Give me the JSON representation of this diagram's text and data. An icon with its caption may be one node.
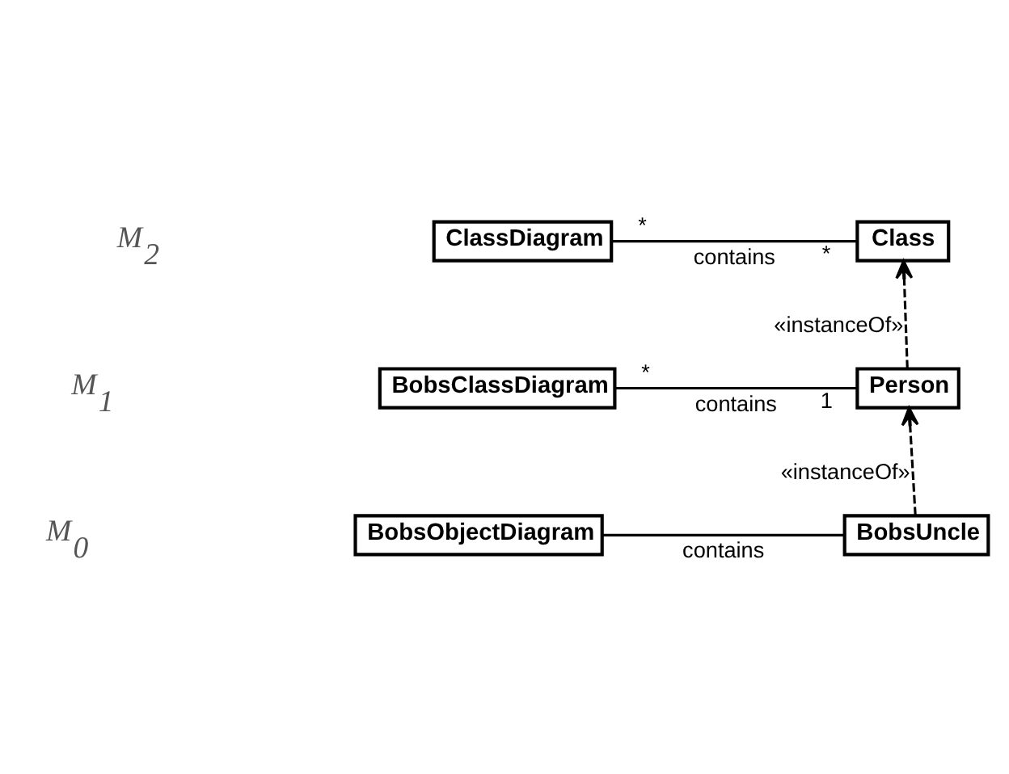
{
  "diagram": {
    "nodes": [
      {
        "text": [
          "ClassDiagram"
        ]
      },
      {
        "text": [
          "Class"
        ]
      },
      {
        "text": [
          "BobsClassDiagram"
        ]
      },
      {
        "text": [
          "Person"
        ]
      },
      {
        "text": [
          "BobsObjectDiagram"
        ]
      },
      {
        "text": [
          "BobsUncle"
        ]
      }
    ],
    "edges": [
      {
        "from": 0,
        "to": 1,
        "arrow": "none",
        "label": "contains"
      },
      {
        "from": 2,
        "to": 3,
        "arrow": "none",
        "label": "contains"
      },
      {
        "from": 4,
        "to": 5,
        "arrow": "none",
        "label": "contains"
      },
      {
        "from": 3,
        "to": 1,
        "arrow": "to",
        "style": "dashed",
        "label": "«instanceOf»"
      },
      {
        "from": 5,
        "to": 3,
        "arrow": "to",
        "style": "dashed",
        "label": "«instanceOf»"
      }
    ],
    "labels": [
      "M$_{2}$",
      "*",
      "*",
      "M$_{1}$",
      "*",
      "1",
      "M$_{0}$"
    ]
  }
}
